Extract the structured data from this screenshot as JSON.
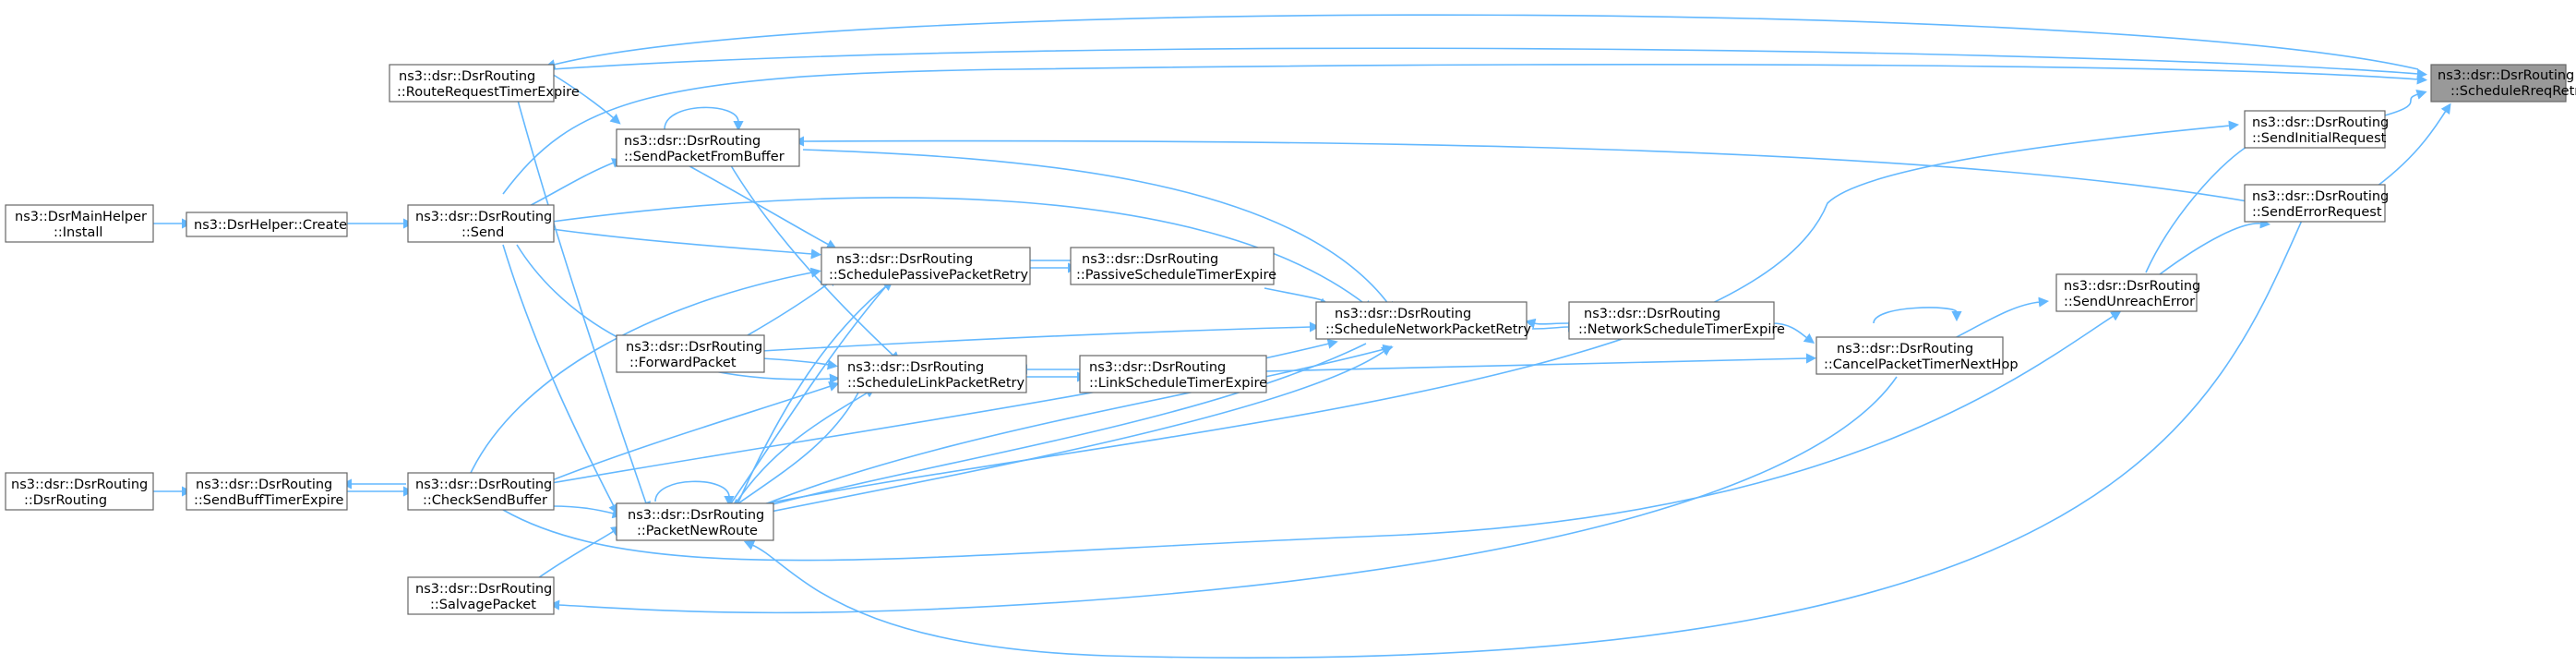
{
  "colors": {
    "edge": "#63b8ff",
    "node_border": "#666666",
    "target_fill": "#999999"
  },
  "nodes": [
    {
      "id": "target",
      "line1": "ns3::dsr::DsrRouting",
      "line2": "::ScheduleRreqRetry"
    },
    {
      "id": "sendinit",
      "line1": "ns3::dsr::DsrRouting",
      "line2": "::SendInitialRequest"
    },
    {
      "id": "senderr",
      "line1": "ns3::dsr::DsrRouting",
      "line2": "::SendErrorRequest"
    },
    {
      "id": "unreach",
      "line1": "ns3::dsr::DsrRouting",
      "line2": "::SendUnreachError"
    },
    {
      "id": "cancel",
      "line1": "ns3::dsr::DsrRouting",
      "line2": "::CancelPacketTimerNextHop"
    },
    {
      "id": "netexp",
      "line1": "ns3::dsr::DsrRouting",
      "line2": "::NetworkScheduleTimerExpire"
    },
    {
      "id": "netretry",
      "line1": "ns3::dsr::DsrRouting",
      "line2": "::ScheduleNetworkPacketRetry"
    },
    {
      "id": "passexp",
      "line1": "ns3::dsr::DsrRouting",
      "line2": "::PassiveScheduleTimerExpire"
    },
    {
      "id": "passretry",
      "line1": "ns3::dsr::DsrRouting",
      "line2": "::SchedulePassivePacketRetry"
    },
    {
      "id": "linkexp",
      "line1": "ns3::dsr::DsrRouting",
      "line2": "::LinkScheduleTimerExpire"
    },
    {
      "id": "linkretry",
      "line1": "ns3::dsr::DsrRouting",
      "line2": "::ScheduleLinkPacketRetry"
    },
    {
      "id": "rreqexp",
      "line1": "ns3::dsr::DsrRouting",
      "line2": "::RouteRequestTimerExpire"
    },
    {
      "id": "spfb",
      "line1": "ns3::dsr::DsrRouting",
      "line2": "::SendPacketFromBuffer"
    },
    {
      "id": "fwd",
      "line1": "ns3::dsr::DsrRouting",
      "line2": "::ForwardPacket"
    },
    {
      "id": "pnr",
      "line1": "ns3::dsr::DsrRouting",
      "line2": "::PacketNewRoute"
    },
    {
      "id": "send",
      "line1": "ns3::dsr::DsrRouting",
      "line2": "::Send"
    },
    {
      "id": "csb",
      "line1": "ns3::dsr::DsrRouting",
      "line2": "::CheckSendBuffer"
    },
    {
      "id": "salvage",
      "line1": "ns3::dsr::DsrRouting",
      "line2": "::SalvagePacket"
    },
    {
      "id": "create",
      "line1": "ns3::DsrHelper::Create",
      "line2": ""
    },
    {
      "id": "install",
      "line1": "ns3::DsrMainHelper",
      "line2": "::Install"
    },
    {
      "id": "sbte",
      "line1": "ns3::dsr::DsrRouting",
      "line2": "::SendBuffTimerExpire"
    },
    {
      "id": "ctor",
      "line1": "ns3::dsr::DsrRouting",
      "line2": "::DsrRouting"
    }
  ]
}
